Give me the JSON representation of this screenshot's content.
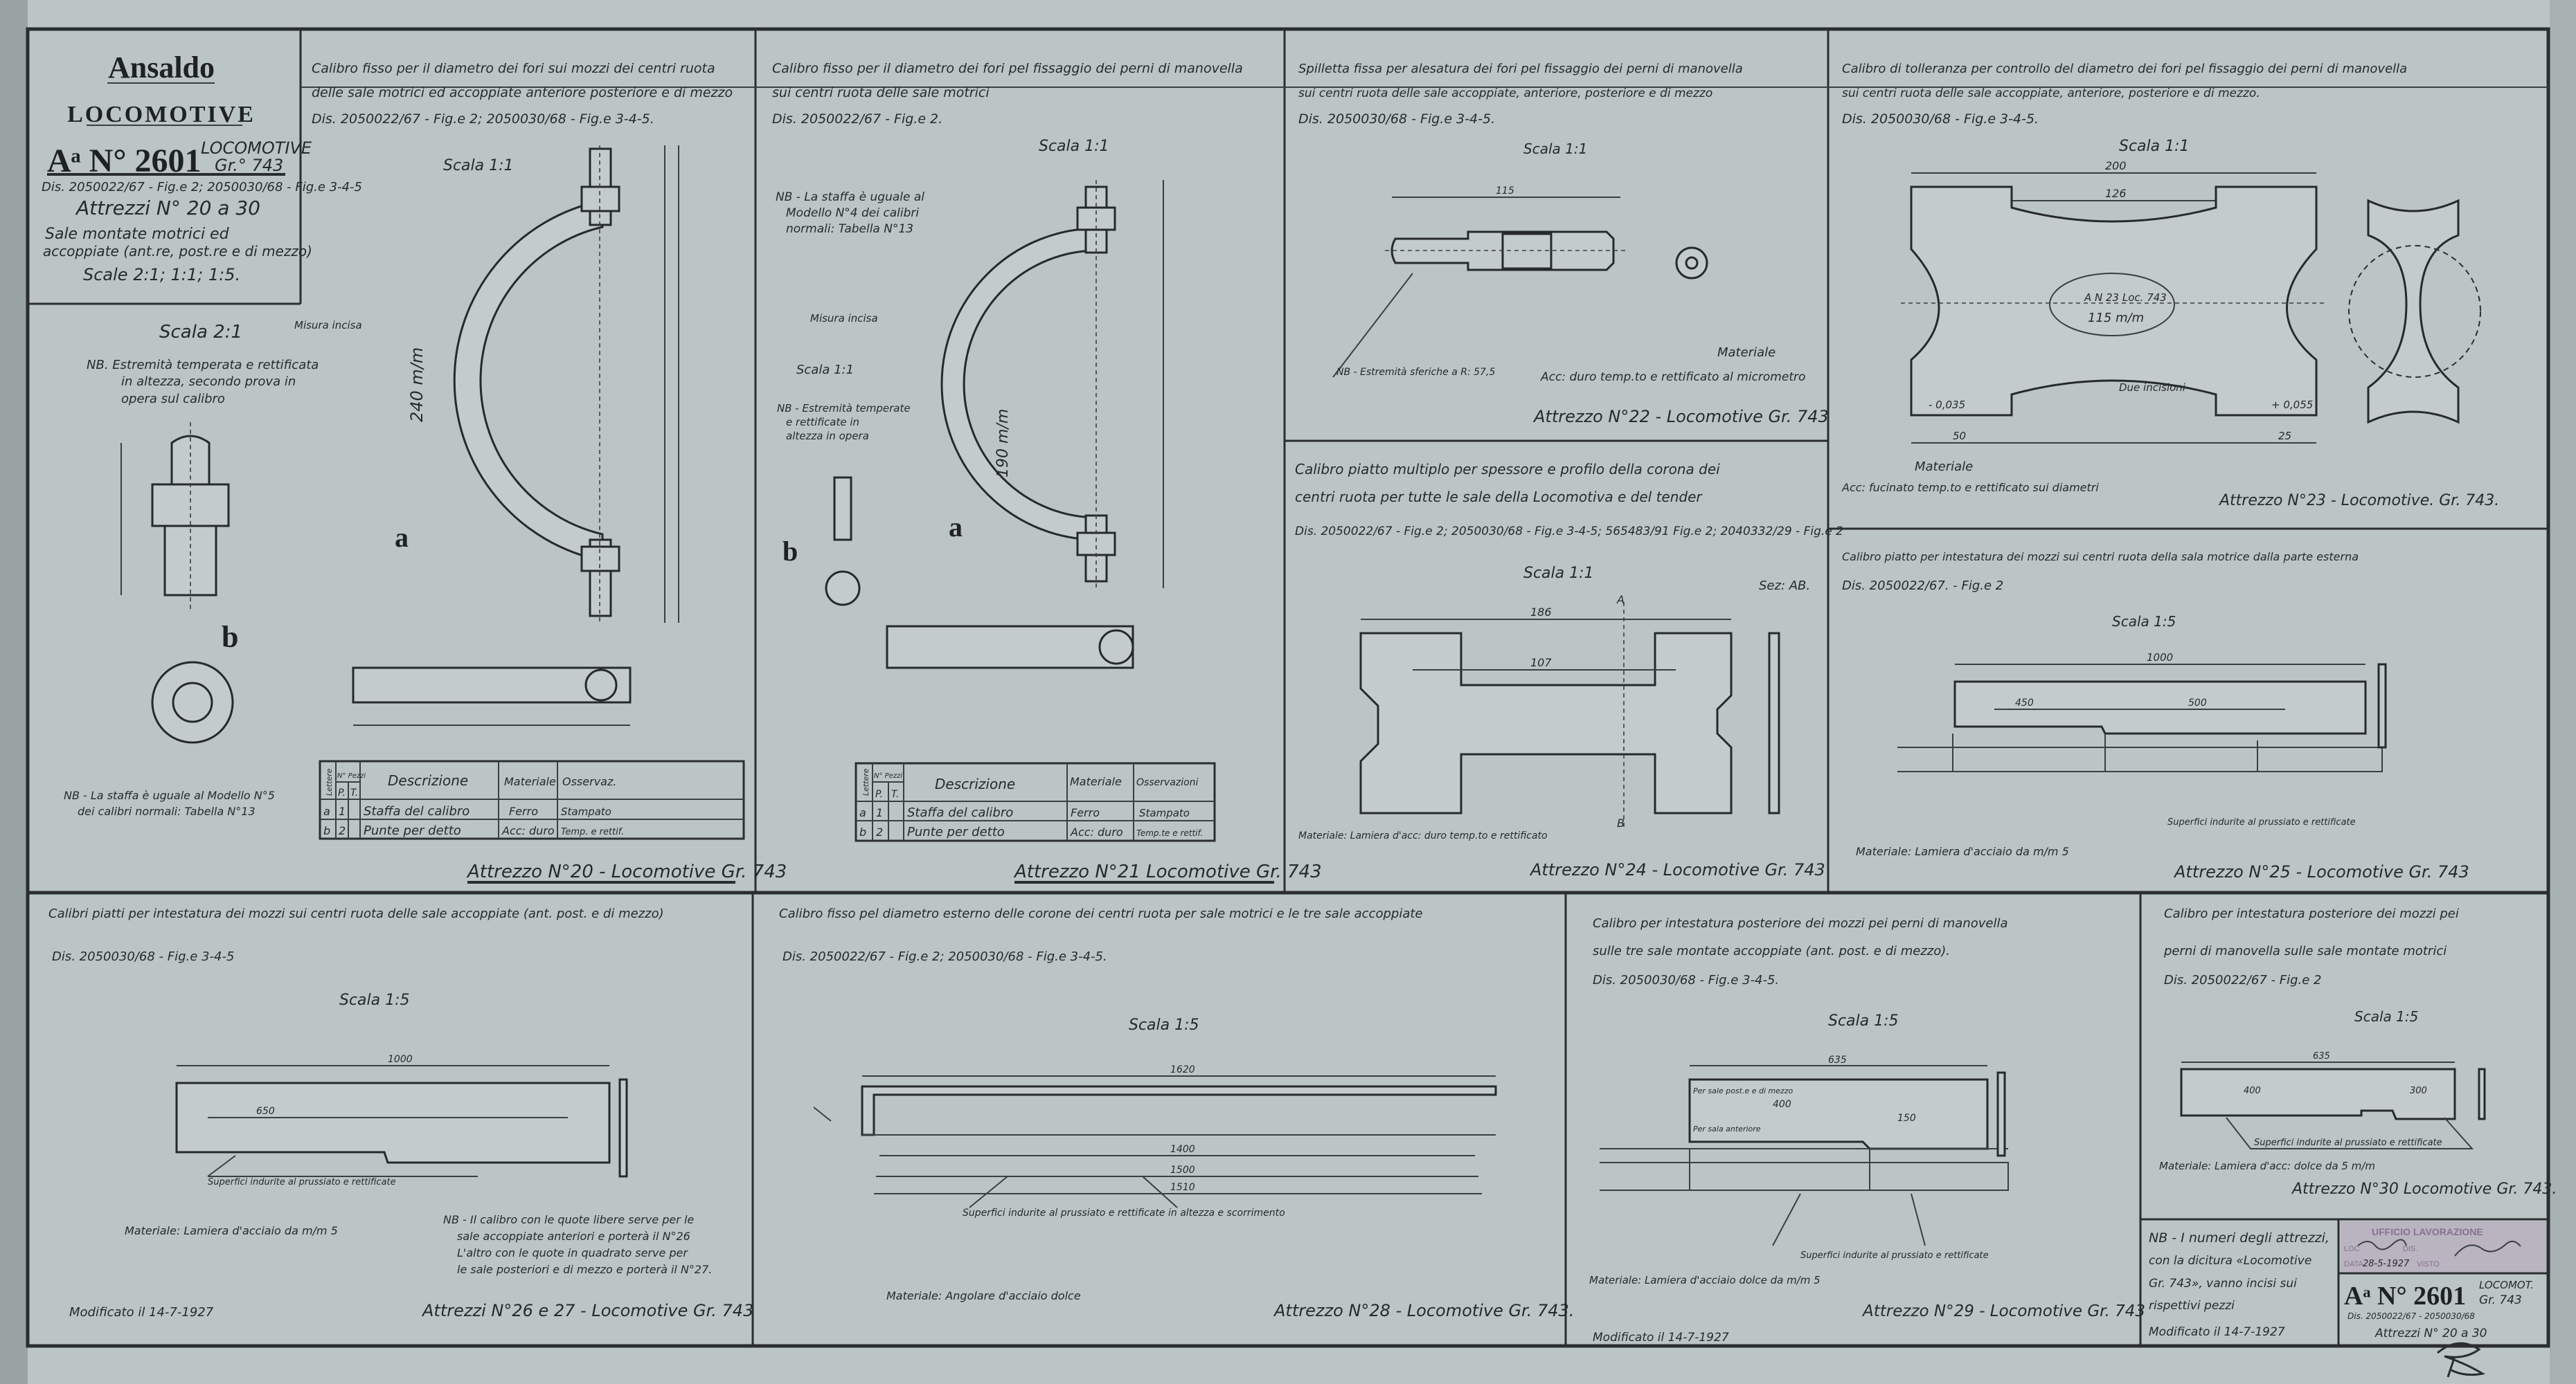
{
  "colors": {
    "paper": "#bcc5c6",
    "ink": "#262a2b",
    "stamp": "#8a6f90",
    "margin": "#9aa3a4"
  },
  "title_block": {
    "company": "Ansaldo",
    "division": "LOCOMOTIVE",
    "drawing_no": "Aᵃ N° 2601",
    "loco_label": "LOCOMOTIVE",
    "group": "Gr.° 743",
    "dis_ref": "Dis. 2050022/67 - Fig.e 2; 2050030/68 - Fig.e 3-4-5",
    "tools": "Attrezzi N° 20 a 30",
    "desc1": "Sale montate motrici ed",
    "desc2": "accoppiate (ant.re, post.re e di mezzo)",
    "scales": "Scale 2:1; 1:1; 1:5."
  },
  "left_detail": {
    "scale": "Scala 2:1",
    "nb": [
      "NB. Estremità temperata e rettificata",
      "in altezza, secondo prova in",
      "opera sul calibro"
    ],
    "part_label": "b",
    "note": [
      "NB - La staffa è uguale al Modello N°5",
      "dei calibri normali: Tabella N°13"
    ]
  },
  "p20": {
    "header1": "Calibro fisso per il diametro dei fori sui mozzi dei centri ruota",
    "header2": "delle sale motrici ed accoppiate anteriore posteriore e di mezzo",
    "dis": "Dis. 2050022/67 - Fig.e 2; 2050030/68 - Fig.e 3-4-5.",
    "scale": "Scala 1:1",
    "misura": "Misura incisa",
    "dim_main": "240 m/m",
    "part_label": "a",
    "table": {
      "headers": {
        "lettere": "Lettere",
        "pezzi": "N° Pezzi",
        "p": "P.",
        "t": "T.",
        "desc": "Descrizione",
        "mat": "Materiale",
        "obs": "Osservaz."
      },
      "rows": [
        {
          "l": "a",
          "p": "1",
          "t": "",
          "desc": "Staffa del calibro",
          "mat": "Ferro",
          "obs": "Stampato"
        },
        {
          "l": "b",
          "p": "2",
          "t": "",
          "desc": "Punte per detto",
          "mat": "Acc: duro",
          "obs": "Temp. e rettif."
        }
      ]
    },
    "label": "Attrezzo N°20 - Locomotive Gr. 743"
  },
  "p21": {
    "header1": "Calibro fisso per il diametro dei fori pel fissaggio dei perni di manovella",
    "header2": "sui centri ruota delle sale motrici",
    "dis": "Dis. 2050022/67 - Fig.e 2.",
    "scale": "Scala 1:1",
    "nb": [
      "NB - La staffa è uguale al",
      "Modello N°4 dei calibri",
      "normali: Tabella N°13"
    ],
    "misura": "Misura incisa",
    "scale2": "Scala 1:1",
    "nb2": [
      "NB - Estremità temperate",
      "e rettificate in",
      "altezza in opera"
    ],
    "dim_main": "190 m/m",
    "part_a": "a",
    "part_b": "b",
    "table": {
      "headers": {
        "lettere": "Lettere",
        "pezzi": "N° Pezzi",
        "p": "P.",
        "t": "T.",
        "desc": "Descrizione",
        "mat": "Materiale",
        "obs": "Osservazioni"
      },
      "rows": [
        {
          "l": "a",
          "p": "1",
          "t": "",
          "desc": "Staffa del calibro",
          "mat": "Ferro",
          "obs": "Stampato"
        },
        {
          "l": "b",
          "p": "2",
          "t": "",
          "desc": "Punte per detto",
          "mat": "Acc: duro",
          "obs": "Temp.te e rettif."
        }
      ]
    },
    "label": "Attrezzo N°21 Locomotive Gr. 743"
  },
  "p22": {
    "header1": "Spilletta fissa per alesatura dei fori pel fissaggio dei perni di manovella",
    "header2": "sui centri ruota delle sale accoppiate, anteriore, posteriore e di mezzo",
    "dis": "Dis. 2050030/68 - Fig.e 3-4-5.",
    "scale": "Scala 1:1",
    "dim_main": "115",
    "nb": "NB - Estremità sferiche a R: 57,5",
    "mat_title": "Materiale",
    "mat": "Acc: duro temp.to e rettificato al micrometro",
    "label": "Attrezzo N°22 - Locomotive Gr. 743"
  },
  "p23": {
    "header1": "Calibro di tolleranza per controllo del diametro dei fori pel fissaggio dei perni di manovella",
    "header2": "sui centri ruota delle sale accoppiate, anteriore, posteriore e di mezzo.",
    "dis": "Dis. 2050030/68 - Fig.e 3-4-5.",
    "scale": "Scala 1:1",
    "dim_total": "200",
    "dim_inner": "126",
    "engraving1": "A N 23 Loc. 743",
    "engraving2": "115 m/m",
    "dim_left": "50",
    "dim_right": "25",
    "tol_minus": "- 0,035",
    "tol_plus": "+ 0,055",
    "incisions": "Due incisioni",
    "mat_title": "Materiale",
    "mat": "Acc: fucinato temp.to e rettificato sui diametri",
    "label": "Attrezzo N°23 - Locomotive. Gr. 743."
  },
  "p24": {
    "header1": "Calibro piatto multiplo per spessore e profilo della corona dei",
    "header2": "centri ruota per tutte le sale della Locomotiva e del tender",
    "dis": "Dis. 2050022/67 - Fig.e 2; 2050030/68 - Fig.e 3-4-5; 565483/91 Fig.e 2; 2040332/29 - Fig.e 2",
    "scale": "Scala 1:1",
    "section": "Sez: AB.",
    "dim_total": "186",
    "dim_inner": "107",
    "sec_a": "A",
    "sec_b": "B",
    "mat": "Materiale: Lamiera d'acc: duro temp.to e rettificato",
    "label": "Attrezzo N°24 - Locomotive Gr. 743"
  },
  "p25": {
    "header1": "Calibro piatto per intestatura dei mozzi sui centri ruota della sala motrice dalla parte esterna",
    "dis": "Dis. 2050022/67. - Fig.e 2",
    "scale": "Scala 1:5",
    "dim_total": "1000",
    "dim_a": "450",
    "dim_b": "500",
    "surfaces": "Superfici indurite al prussiato e rettificate",
    "mat": "Materiale: Lamiera d'acciaio da m/m 5",
    "label": "Attrezzo N°25 - Locomotive Gr. 743"
  },
  "p26": {
    "header1": "Calibri piatti per intestatura dei mozzi sui centri ruota delle sale accoppiate (ant. post. e di mezzo)",
    "dis": "Dis. 2050030/68 - Fig.e 3-4-5",
    "scale": "Scala 1:5",
    "dim_total": "1000",
    "dim_a": "650",
    "surfaces": "Superfici indurite al prussiato e rettificate",
    "mat": "Materiale: Lamiera d'acciaio da m/m 5",
    "nb": [
      "NB - Il calibro con le quote libere serve per le",
      "sale accoppiate anteriori e porterà il N°26",
      "L'altro con le quote in quadrato serve per",
      "le sale posteriori e di mezzo e porterà il N°27."
    ],
    "modified": "Modificato il 14-7-1927",
    "label": "Attrezzi N°26 e 27 - Locomotive Gr. 743"
  },
  "p28": {
    "header1": "Calibro fisso pel diametro esterno delle corone dei centri ruota per sale motrici e le tre sale accoppiate",
    "dis": "Dis. 2050022/67 - Fig.e 2; 2050030/68 - Fig.e 3-4-5.",
    "scale": "Scala 1:5",
    "dim_total": "1620",
    "dim_a": "1400",
    "dim_b": "1500",
    "dim_c": "1510",
    "surfaces": "Superfici indurite al prussiato e rettificate in altezza e scorrimento",
    "mat": "Materiale: Angolare d'acciaio dolce",
    "label": "Attrezzo N°28 - Locomotive Gr. 743."
  },
  "p29": {
    "header1": "Calibro per intestatura posteriore dei mozzi pei perni di manovella",
    "header2": "sulle tre sale montate accoppiate (ant. post. e di mezzo).",
    "dis": "Dis. 2050030/68 - Fig.e 3-4-5.",
    "scale": "Scala 1:5",
    "dim_total": "635",
    "dim_a": "400",
    "dim_b": "150",
    "note1": "Per sale post.e e di mezzo",
    "note2": "Per sala anteriore",
    "surfaces": "Superfici indurite al prussiato e rettificate",
    "mat": "Materiale: Lamiera d'acciaio dolce da m/m 5",
    "label": "Attrezzo N°29 - Locomotive Gr. 743",
    "modified": "Modificato il 14-7-1927"
  },
  "p30": {
    "header1": "Calibro per intestatura posteriore dei mozzi pei",
    "header2": "perni di manovella sulle sale montate motrici",
    "dis": "Dis. 2050022/67 - Fig.e 2",
    "scale": "Scala 1:5",
    "dim_total": "635",
    "dim_a": "400",
    "dim_b": "300",
    "surfaces": "Superfici indurite al prussiato e rettificate",
    "mat": "Materiale: Lamiera d'acc: dolce da 5 m/m",
    "label": "Attrezzo N°30 Locomotive Gr. 743."
  },
  "footer_note": {
    "lines": [
      "NB - I numeri degli attrezzi,",
      "con la dicitura «Locomotive",
      "Gr. 743», vanno incisi sui",
      "rispettivi pezzi"
    ],
    "modified": "Modificato il 14-7-1927"
  },
  "stamp": {
    "office": "UFFICIO LAVORAZIONE",
    "loc": "LOC",
    "dis": "DIS.",
    "data_label": "DATA",
    "date": "28-5-1927",
    "visto": "VISTO"
  },
  "footer_title": {
    "drawing_no": "Aᵃ N° 2601",
    "loco": "LOCOMOT.",
    "group": "Gr. 743",
    "dis": "Dis. 2050022/67 - 2050030/68",
    "tools": "Attrezzi N° 20 a 30"
  }
}
